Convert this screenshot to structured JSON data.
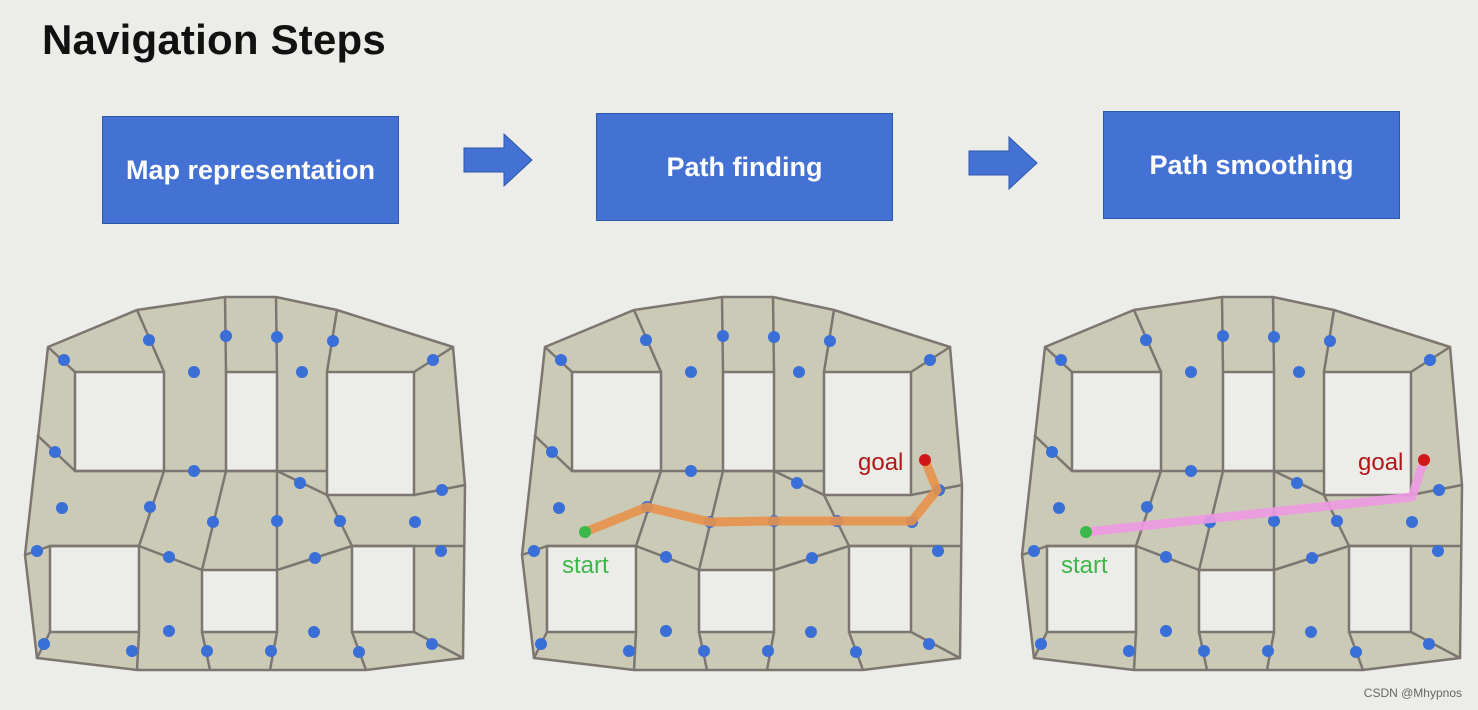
{
  "title": "Navigation Steps",
  "steps": [
    {
      "label": "Map representation"
    },
    {
      "label": "Path finding"
    },
    {
      "label": "Path smoothing"
    }
  ],
  "labels": {
    "start": "start",
    "goal": "goal"
  },
  "watermark": "CSDN @Mhypnos",
  "colors": {
    "step_fill": "#4472d4",
    "mesh_fill": "#cbcab6",
    "mesh_edge": "#7d7670",
    "node": "#3a6fd8",
    "start": "#3cb84a",
    "goal": "#d01818",
    "path_found": "#e8924a",
    "path_smooth": "#ee99e2"
  }
}
